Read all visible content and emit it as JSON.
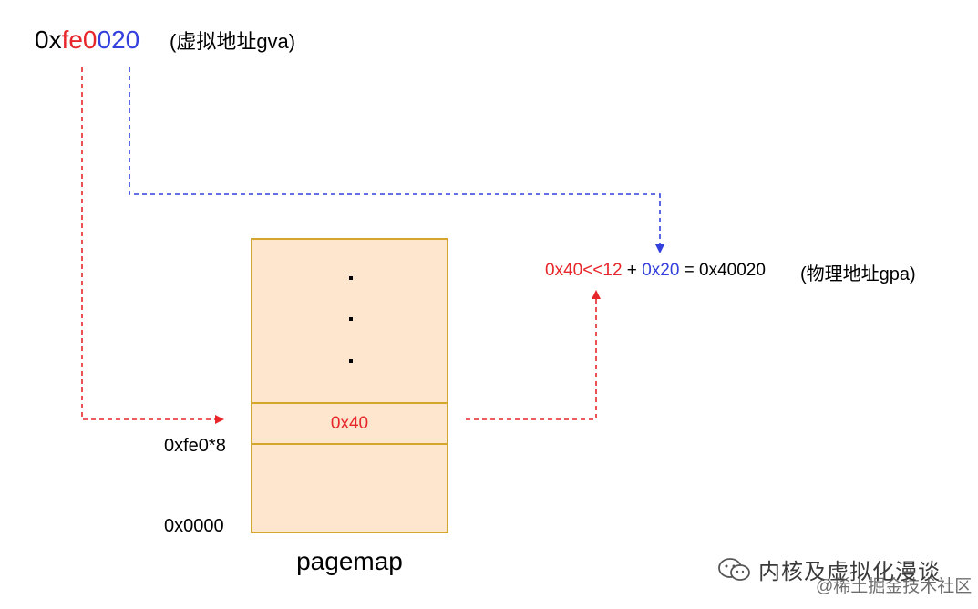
{
  "virtual_address": {
    "prefix": "0x",
    "page_part": "fe0",
    "offset_part": "020",
    "note": "(虚拟地址gva)"
  },
  "pagemap": {
    "title": "pagemap",
    "dots": [
      ".",
      ".",
      "."
    ],
    "entry_value": "0x40",
    "entry_index_label": "0xfe0*8",
    "base_label": "0x0000"
  },
  "physical_address": {
    "shifted": "0x40<<12",
    "plus": " + ",
    "offset": "0x20",
    "equals": " = 0x40020",
    "note": "(物理地址gpa)"
  },
  "watermark": {
    "title": "内核及虚拟化漫谈",
    "subtitle": "@稀土掘金技术社区",
    "icon": "wechat-icon"
  },
  "colors": {
    "page_part": "#e8262a",
    "offset_part": "#3340dd",
    "table_fill": "#fde6cd",
    "table_border": "#d4a72c"
  }
}
